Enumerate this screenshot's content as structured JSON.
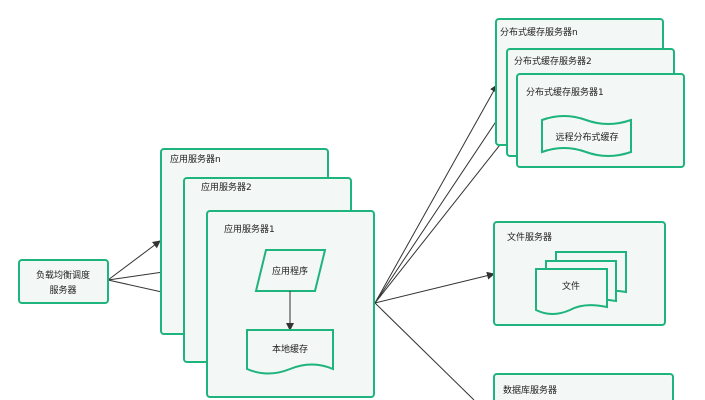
{
  "nodes": {
    "load_balancer": "负载均衡调度\n服务器",
    "app_server_n": "应用服务器n",
    "app_server_2": "应用服务器2",
    "app_server_1": "应用服务器1",
    "app_program": "应用程序",
    "local_cache": "本地缓存",
    "dist_cache_n": "分布式缓存服务器n",
    "dist_cache_2": "分布式缓存服务器2",
    "dist_cache_1": "分布式缓存服务器1",
    "remote_cache": "远程分布式缓存",
    "file_server": "文件服务器",
    "file": "文件",
    "db_server": "数据库服务器"
  },
  "colors": {
    "border": "#1eb47d",
    "fill": "#f3f7f5",
    "line": "#333333"
  }
}
